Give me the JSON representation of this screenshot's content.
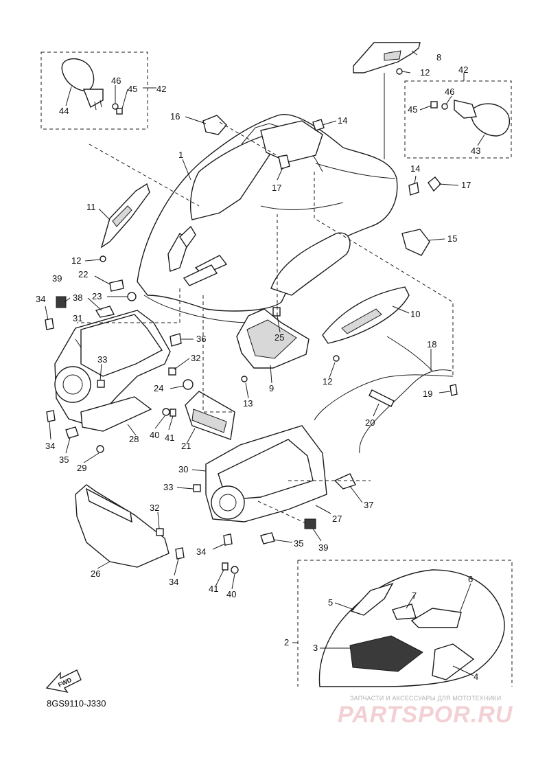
{
  "diagram": {
    "code": "8GS9110-J330",
    "fwd_label": "FWD",
    "watermark_top": "ЗАПЧАСТИ И АКСЕССУАРЫ ДЛЯ МОТОТЕХНИКИ",
    "watermark_main": "PARTSPOR.RU",
    "callouts": [
      "1",
      "2",
      "3",
      "4",
      "5",
      "6",
      "7",
      "8",
      "10",
      "11",
      "12",
      "12",
      "12",
      "13",
      "14",
      "14",
      "15",
      "16",
      "17",
      "17",
      "18",
      "19",
      "20",
      "21",
      "22",
      "23",
      "24",
      "25",
      "26",
      "27",
      "28",
      "29",
      "30",
      "31",
      "32",
      "32",
      "33",
      "33",
      "34",
      "34",
      "34",
      "34",
      "35",
      "35",
      "36",
      "37",
      "38",
      "39",
      "39",
      "40",
      "40",
      "41",
      "41",
      "42",
      "42",
      "43",
      "44",
      "45",
      "45",
      "46",
      "46",
      "9"
    ]
  }
}
